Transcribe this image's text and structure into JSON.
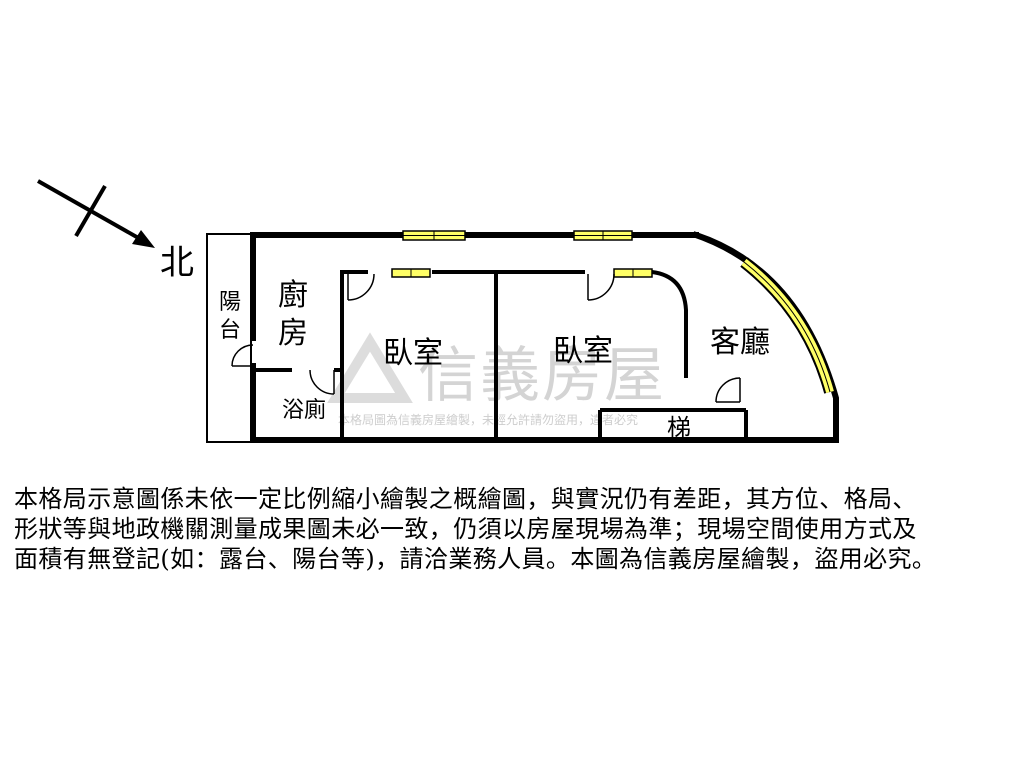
{
  "compass": {
    "label": "北"
  },
  "rooms": {
    "balcony": "陽台",
    "kitchen_line1": "廚",
    "kitchen_line2": "房",
    "bedroom1": "臥室",
    "bedroom2": "臥室",
    "living_room": "客廳",
    "bathroom": "浴廁",
    "stairs": "梯"
  },
  "watermark": {
    "brand": "信義房屋",
    "notice": "本格局圖為信義房屋繪製，未經允許請勿盜用，違者必究"
  },
  "disclaimer": [
    "本格局示意圖係未依一定比例縮小繪製之概繪圖，與實況仍有差距，其方位、格局、",
    "形狀等與地政機關測量成果圖未必一致，仍須以房屋現場為準；現場空間使用方式及",
    "面積有無登記(如：露台、陽台等)，請洽業務人員。本圖為信義房屋繪製，盜用必究。"
  ],
  "colors": {
    "wall": "#000000",
    "window_fill": "#ffff66",
    "watermark": "#c8c8c8",
    "watermark_logo": "#d9d9d9"
  }
}
